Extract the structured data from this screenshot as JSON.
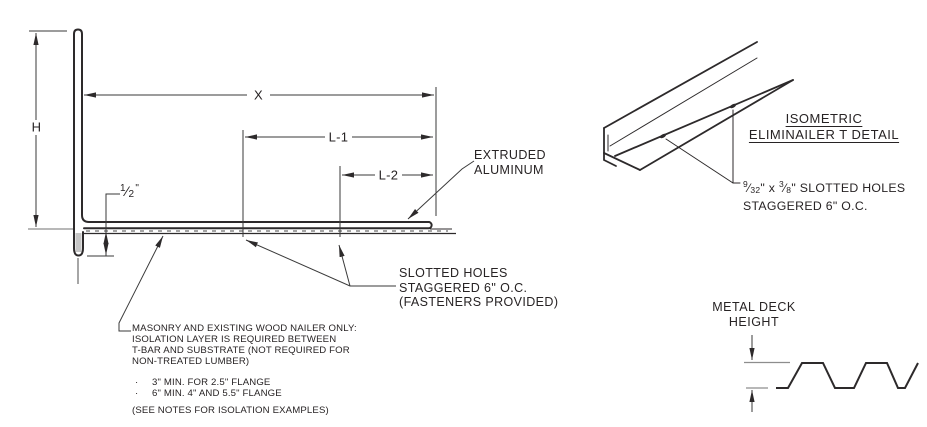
{
  "main": {
    "dim_h": "H",
    "dim_x": "X",
    "dim_l1": "L-1",
    "dim_l2": "L-2",
    "dim_half_num": "1",
    "dim_half_den": "2",
    "dim_half_unit": "\"",
    "label_extruded_1": "EXTRUDED",
    "label_extruded_2": "ALUMINUM",
    "label_slotted_1": "SLOTTED HOLES",
    "label_slotted_2": "STAGGERED 6\" O.C.",
    "label_slotted_3": "(FASTENERS PROVIDED)",
    "note_line1": "MASONRY AND EXISTING WOOD NAILER ONLY:",
    "note_line2": "ISOLATION LAYER IS REQUIRED BETWEEN",
    "note_line3": "T-BAR AND SUBSTRATE (NOT REQUIRED FOR",
    "note_line4": "NON-TREATED LUMBER)",
    "note_bullet_glyph": "·",
    "note_bullet1": "3\" MIN. FOR 2.5\" FLANGE",
    "note_bullet2": "6\" MIN. 4\" AND 5.5\" FLANGE",
    "note_footer": "(SEE NOTES FOR ISOLATION EXAMPLES)"
  },
  "iso": {
    "title_1": "ISOMETRIC",
    "title_2": "ELIMINAILER T DETAIL",
    "note_f1_num": "9",
    "note_f1_den": "32",
    "note_mid": "\" x ",
    "note_f2_num": "3",
    "note_f2_den": "8",
    "note_rest": "\" SLOTTED HOLES",
    "note_line2": "STAGGERED 6\" O.C."
  },
  "deck": {
    "label_1": "METAL DECK",
    "label_2": "HEIGHT"
  },
  "colors": {
    "line_dark": "#2d2a2b",
    "line_dim": "#3a3a3a",
    "line_gray": "#8d8d8d"
  }
}
